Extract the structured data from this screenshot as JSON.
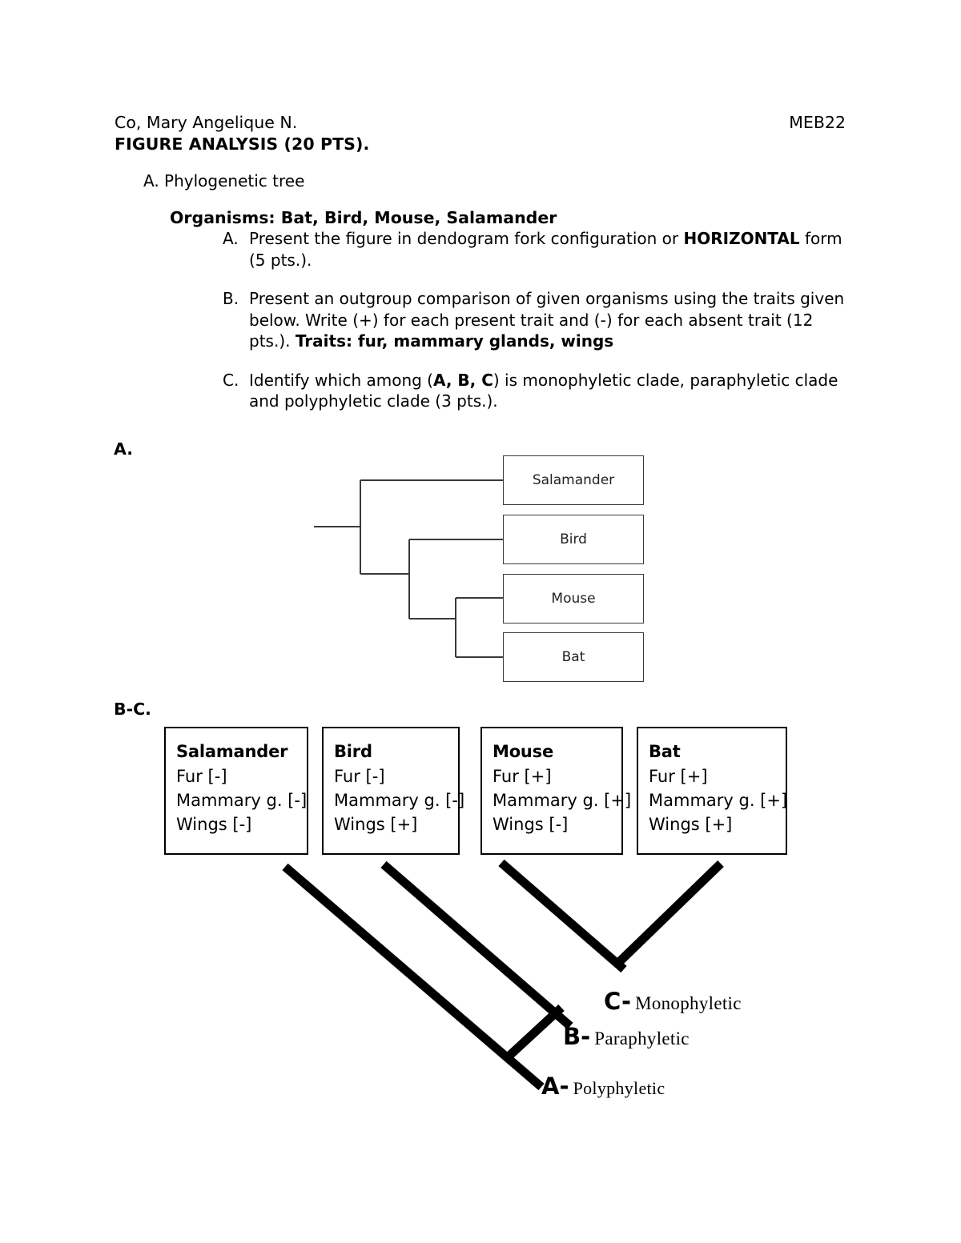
{
  "header": {
    "student_name": "Co, Mary Angelique N.",
    "course_code": "MEB22",
    "title": "FIGURE ANALYSIS (20 PTS)."
  },
  "outline": {
    "section_a_label": "A. Phylogenetic tree",
    "organisms_line": "Organisms: Bat, Bird, Mouse, Salamander",
    "items": [
      {
        "marker": "A.",
        "text_before": "Present the figure in dendogram fork configuration or ",
        "bold": "HORIZONTAL",
        "text_after": " form (5 pts.)."
      },
      {
        "marker": "B.",
        "text_before": "Present an outgroup comparison of given organisms using the traits given below. Write (+) for each present trait and (-) for each absent trait (12 pts.). ",
        "bold": "Traits: fur, mammary glands, wings",
        "text_after": ""
      },
      {
        "marker": "C.",
        "text_before": "Identify which among (",
        "bold": "A, B, C",
        "text_after": ") is monophyletic clade, paraphyletic clade and polyphyletic clade (3 pts.)."
      }
    ]
  },
  "answers": {
    "part_a_marker": "A.",
    "part_bc_marker": "B-C."
  },
  "dendrogram": {
    "taxa": [
      {
        "name": "Salamander"
      },
      {
        "name": "Bird"
      },
      {
        "name": "Mouse"
      },
      {
        "name": "Bat"
      }
    ]
  },
  "trait_boxes": [
    {
      "name": "Salamander",
      "traits": [
        "Fur [-]",
        "Mammary g. [-]",
        "Wings [-]"
      ]
    },
    {
      "name": "Bird",
      "traits": [
        "Fur [-]",
        "Mammary g. [-]",
        "Wings [+]"
      ]
    },
    {
      "name": "Mouse",
      "traits": [
        "Fur [+]",
        "Mammary g. [+]",
        "Wings [-]"
      ]
    },
    {
      "name": "Bat",
      "traits": [
        "Fur [+]",
        "Mammary g. [+]",
        "Wings [+]"
      ]
    }
  ],
  "clade_labels": [
    {
      "letter": "C-",
      "word": "Monophyletic"
    },
    {
      "letter": "B-",
      "word": "Paraphyletic"
    },
    {
      "letter": "A-",
      "word": "Polyphyletic"
    }
  ],
  "colors": {
    "text": "#000000",
    "dendrogram_line": "#3a3a3a",
    "cladogram_line": "#000000",
    "page_background": "#ffffff"
  }
}
